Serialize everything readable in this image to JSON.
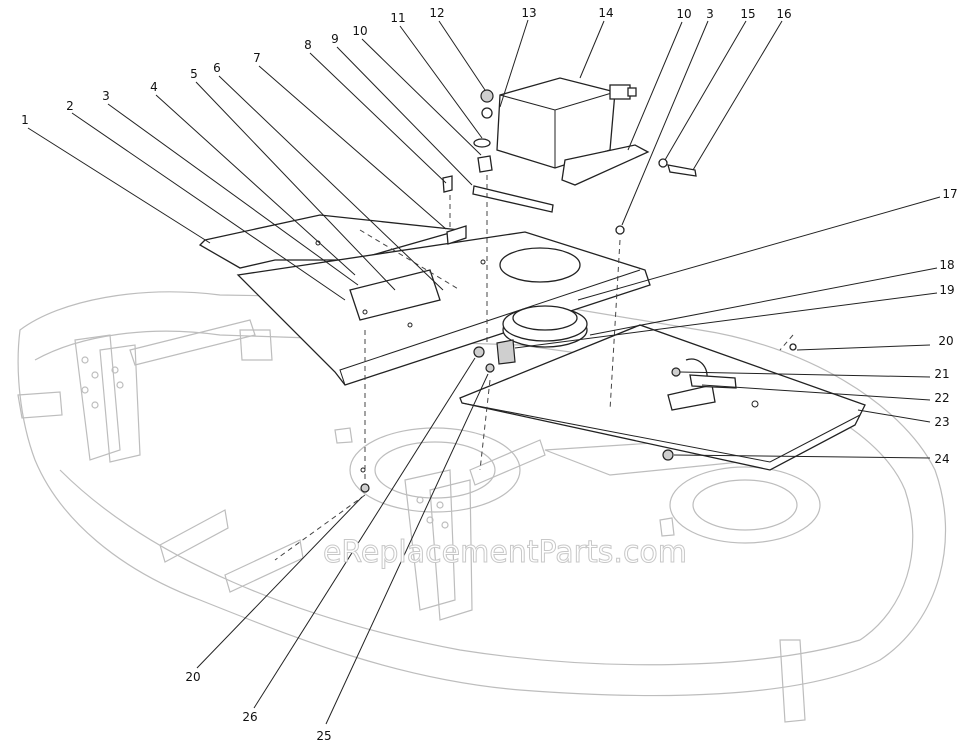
{
  "watermark": "eReplacementParts.com",
  "callouts": {
    "c1": "1",
    "c2": "2",
    "c3a": "3",
    "c3b": "3",
    "c4": "4",
    "c5": "5",
    "c6": "6",
    "c7": "7",
    "c8": "8",
    "c9": "9",
    "c10a": "10",
    "c10b": "10",
    "c11": "11",
    "c12": "12",
    "c13": "13",
    "c14": "14",
    "c15": "15",
    "c16": "16",
    "c17": "17",
    "c18": "18",
    "c19": "19",
    "c20a": "20",
    "c20b": "20",
    "c21": "21",
    "c22": "22",
    "c23": "23",
    "c24": "24",
    "c25": "25",
    "c26": "26"
  }
}
